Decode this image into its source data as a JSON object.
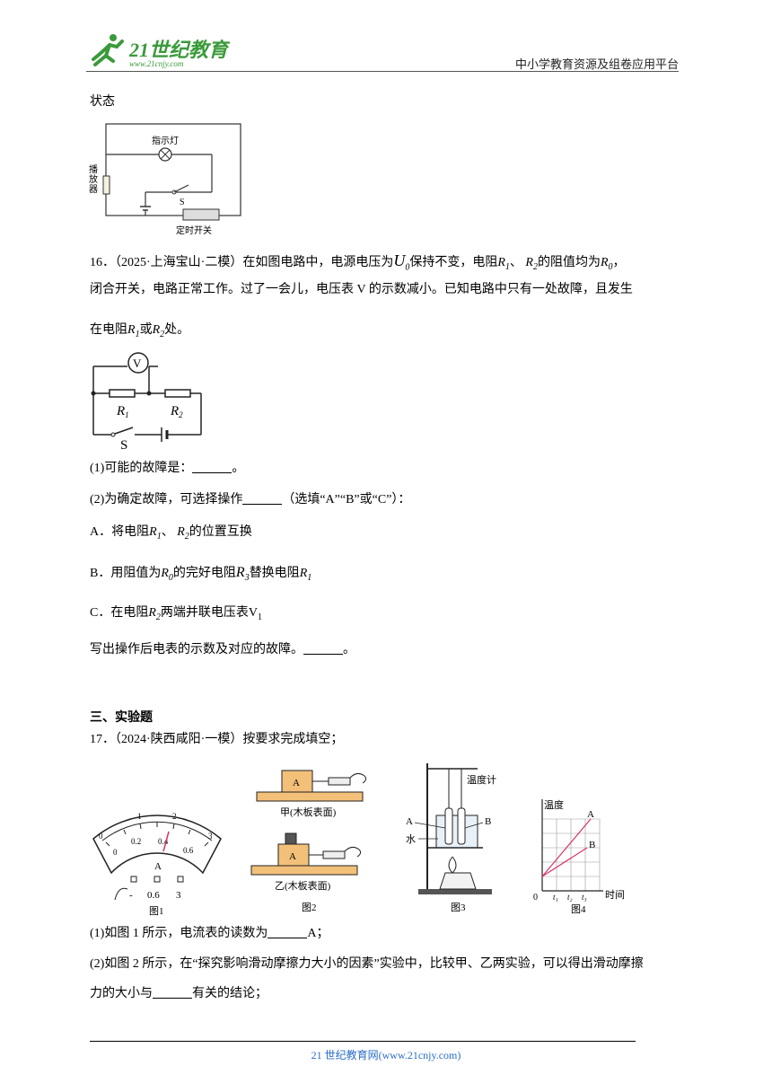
{
  "header": {
    "logo_text": "21世纪教育",
    "logo_url": "www.21cnjy.com",
    "right_text": "中小学教育资源及组卷应用平台"
  },
  "top": {
    "state_text": "状态",
    "circuit1": {
      "lamp_label": "指示灯",
      "speaker_label": "播放器",
      "switch_label": "S",
      "timer_label": "定时开关"
    }
  },
  "q16": {
    "stem_line1_a": "16．（2025·上海宝山·二模）在如图电路中，电源电压为",
    "stem_line1_b": "保持不变，电阻",
    "stem_line1_c": "的阻值均为",
    "stem_line2": "闭合开关，电路正常工作。过了一会儿，电压表 V 的示数减小。已知电路中只有一处故障，且发生",
    "stem_line3_a": "在电阻",
    "stem_line3_b": "或",
    "stem_line3_c": "处。",
    "circuit": {
      "voltmeter": "V",
      "r1": "R",
      "r1_sub": "1",
      "r2": "R",
      "r2_sub": "2",
      "switch": "S"
    },
    "p1": "(1)可能的故障是：",
    "p1_end": "。",
    "p2": "(2)为确定故障，可选择操作",
    "p2_end": "（选填“A”“B”或“C”）：",
    "optA_a": "A．将电阻",
    "optA_b": "的位置互换",
    "optB_a": "B．用阻值为",
    "optB_b": "的完好电阻",
    "optB_c": "替换电阻",
    "optC_a": "C．在电阻",
    "optC_b": "两端并联电压表",
    "write": "写出操作后电表的示数及对应的故障。",
    "write_end": "。"
  },
  "section3": {
    "title": "三、实验题"
  },
  "q17": {
    "stem": "17．（2024·陕西咸阳·一模）按要求完成填空；",
    "fig1": {
      "caption": "图1",
      "scale_top": [
        "0",
        "1",
        "2",
        "3"
      ],
      "scale_bottom": [
        "0",
        "0.2",
        "0.4",
        "0.6"
      ],
      "unit": "A",
      "terminals": [
        "-",
        "0.6",
        "3"
      ]
    },
    "fig2": {
      "block": "A",
      "top_label": "甲(木板表面)",
      "bottom_label": "乙(木板表面)",
      "caption": "图2"
    },
    "fig3": {
      "thermo": "温度计",
      "a": "A",
      "b": "B",
      "water": "水",
      "caption": "图3"
    },
    "fig4": {
      "ylabel": "温度",
      "xlabel": "时间",
      "origin": "0",
      "ticks": [
        "t₁",
        "t₂",
        "t₃"
      ],
      "line_a": "A",
      "line_b": "B",
      "caption": "图4"
    },
    "p1": "(1)如图 1 所示，电流表的读数为",
    "p1_end": "A；",
    "p2_line1": "(2)如图 2 所示，在“探究影响滑动摩擦力大小的因素”实验中，比较甲、乙两实验，可以得出滑动摩擦",
    "p2_line2_a": "力的大小与",
    "p2_line2_b": "有关的结论；"
  },
  "footer": {
    "text": "21 世纪教育网(www.21cnjy.com)"
  },
  "colors": {
    "logo_green": "#3a9a3a",
    "footer_blue": "#2a6ec9",
    "graph_line": "#d6336c"
  }
}
